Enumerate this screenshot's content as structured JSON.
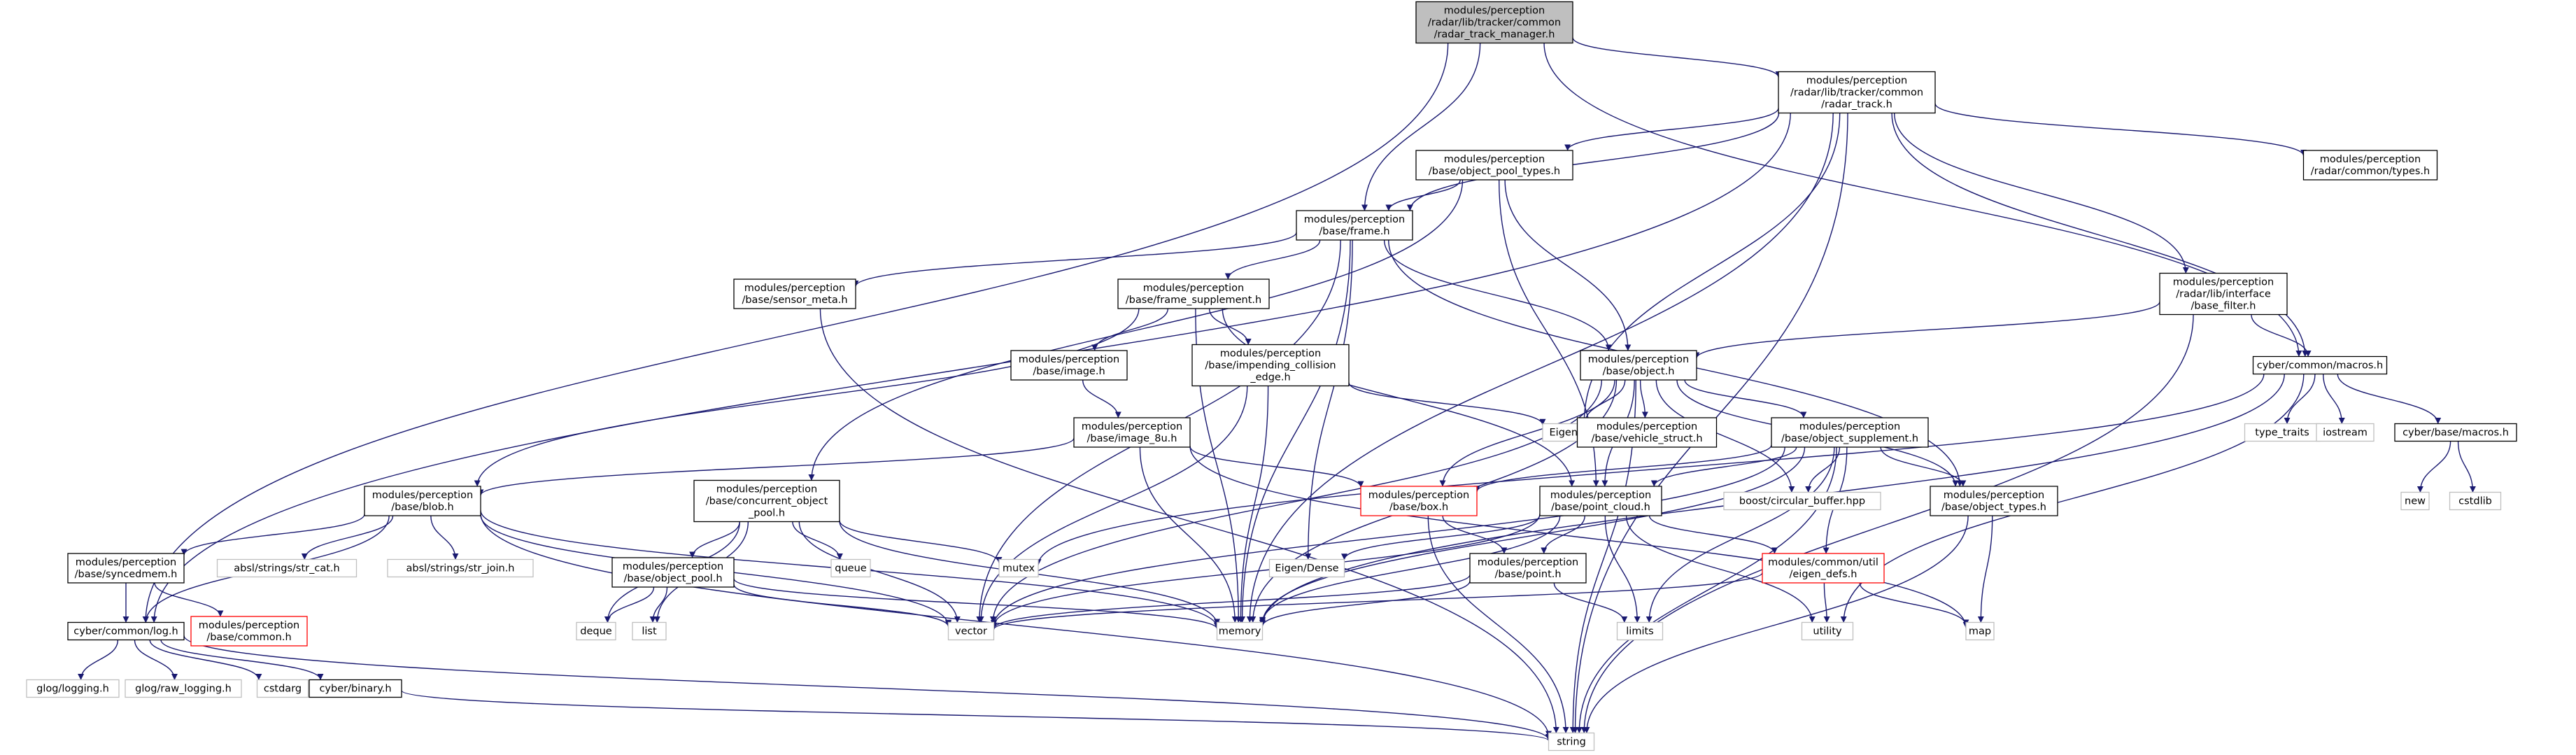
{
  "colors": {
    "edge": "#191970",
    "node_border": "#000000",
    "external_border": "#bfbfbf",
    "truncated_border": "#ff0000",
    "root_fill": "#bfbfbf",
    "node_fill": "#ffffff"
  },
  "nodes": [
    {
      "id": "root",
      "lines": [
        "modules/perception",
        "/radar/lib/tracker/common",
        "/radar_track_manager.h"
      ],
      "kind": "root"
    },
    {
      "id": "radar_track",
      "lines": [
        "modules/perception",
        "/radar/lib/tracker/common",
        "/radar_track.h"
      ],
      "kind": "normal"
    },
    {
      "id": "object_pool_types",
      "lines": [
        "modules/perception",
        "/base/object_pool_types.h"
      ],
      "kind": "normal"
    },
    {
      "id": "radar_types",
      "lines": [
        "modules/perception",
        "/radar/common/types.h"
      ],
      "kind": "normal"
    },
    {
      "id": "frame",
      "lines": [
        "modules/perception",
        "/base/frame.h"
      ],
      "kind": "normal"
    },
    {
      "id": "sensor_meta",
      "lines": [
        "modules/perception",
        "/base/sensor_meta.h"
      ],
      "kind": "normal"
    },
    {
      "id": "frame_supplement",
      "lines": [
        "modules/perception",
        "/base/frame_supplement.h"
      ],
      "kind": "normal"
    },
    {
      "id": "base_filter",
      "lines": [
        "modules/perception",
        "/radar/lib/interface",
        "/base_filter.h"
      ],
      "kind": "normal"
    },
    {
      "id": "image",
      "lines": [
        "modules/perception",
        "/base/image.h"
      ],
      "kind": "normal"
    },
    {
      "id": "impending",
      "lines": [
        "modules/perception",
        "/base/impending_collision",
        "_edge.h"
      ],
      "kind": "normal"
    },
    {
      "id": "object",
      "lines": [
        "modules/perception",
        "/base/object.h"
      ],
      "kind": "normal"
    },
    {
      "id": "cyber_macros",
      "lines": [
        "cyber/common/macros.h"
      ],
      "kind": "normal"
    },
    {
      "id": "eigen_core",
      "lines": [
        "Eigen/Core"
      ],
      "kind": "external"
    },
    {
      "id": "image_8u",
      "lines": [
        "modules/perception",
        "/base/image_8u.h"
      ],
      "kind": "normal"
    },
    {
      "id": "vehicle_struct",
      "lines": [
        "modules/perception",
        "/base/vehicle_struct.h"
      ],
      "kind": "normal"
    },
    {
      "id": "object_supplement",
      "lines": [
        "modules/perception",
        "/base/object_supplement.h"
      ],
      "kind": "normal"
    },
    {
      "id": "type_traits",
      "lines": [
        "type_traits"
      ],
      "kind": "external"
    },
    {
      "id": "iostream",
      "lines": [
        "iostream"
      ],
      "kind": "external"
    },
    {
      "id": "cyber_base_macros",
      "lines": [
        "cyber/base/macros.h"
      ],
      "kind": "normal"
    },
    {
      "id": "blob",
      "lines": [
        "modules/perception",
        "/base/blob.h"
      ],
      "kind": "normal"
    },
    {
      "id": "concurrent_pool",
      "lines": [
        "modules/perception",
        "/base/concurrent_object",
        "_pool.h"
      ],
      "kind": "normal"
    },
    {
      "id": "box",
      "lines": [
        "modules/perception",
        "/base/box.h"
      ],
      "kind": "truncated"
    },
    {
      "id": "point_cloud",
      "lines": [
        "modules/perception",
        "/base/point_cloud.h"
      ],
      "kind": "normal"
    },
    {
      "id": "circular_buffer",
      "lines": [
        "boost/circular_buffer.hpp"
      ],
      "kind": "external"
    },
    {
      "id": "object_types",
      "lines": [
        "modules/perception",
        "/base/object_types.h"
      ],
      "kind": "normal"
    },
    {
      "id": "new",
      "lines": [
        "new"
      ],
      "kind": "external"
    },
    {
      "id": "cstdlib",
      "lines": [
        "cstdlib"
      ],
      "kind": "external"
    },
    {
      "id": "syncedmem",
      "lines": [
        "modules/perception",
        "/base/syncedmem.h"
      ],
      "kind": "normal"
    },
    {
      "id": "strcat",
      "lines": [
        "absl/strings/str_cat.h"
      ],
      "kind": "external"
    },
    {
      "id": "strjoin",
      "lines": [
        "absl/strings/str_join.h"
      ],
      "kind": "external"
    },
    {
      "id": "queue",
      "lines": [
        "queue"
      ],
      "kind": "external"
    },
    {
      "id": "mutex",
      "lines": [
        "mutex"
      ],
      "kind": "external"
    },
    {
      "id": "object_pool",
      "lines": [
        "modules/perception",
        "/base/object_pool.h"
      ],
      "kind": "normal"
    },
    {
      "id": "eigen_dense",
      "lines": [
        "Eigen/Dense"
      ],
      "kind": "external"
    },
    {
      "id": "point",
      "lines": [
        "modules/perception",
        "/base/point.h"
      ],
      "kind": "normal"
    },
    {
      "id": "eigen_defs",
      "lines": [
        "modules/common/util",
        "/eigen_defs.h"
      ],
      "kind": "truncated"
    },
    {
      "id": "base_common",
      "lines": [
        "modules/perception",
        "/base/common.h"
      ],
      "kind": "truncated"
    },
    {
      "id": "cyber_log",
      "lines": [
        "cyber/common/log.h"
      ],
      "kind": "normal"
    },
    {
      "id": "deque",
      "lines": [
        "deque"
      ],
      "kind": "external"
    },
    {
      "id": "list",
      "lines": [
        "list"
      ],
      "kind": "external"
    },
    {
      "id": "vector",
      "lines": [
        "vector"
      ],
      "kind": "external"
    },
    {
      "id": "memory",
      "lines": [
        "memory"
      ],
      "kind": "external"
    },
    {
      "id": "limits",
      "lines": [
        "limits"
      ],
      "kind": "external"
    },
    {
      "id": "utility",
      "lines": [
        "utility"
      ],
      "kind": "external"
    },
    {
      "id": "map",
      "lines": [
        "map"
      ],
      "kind": "external"
    },
    {
      "id": "glog_logging",
      "lines": [
        "glog/logging.h"
      ],
      "kind": "external"
    },
    {
      "id": "glog_raw",
      "lines": [
        "glog/raw_logging.h"
      ],
      "kind": "external"
    },
    {
      "id": "cstdarg",
      "lines": [
        "cstdarg"
      ],
      "kind": "external"
    },
    {
      "id": "cyber_binary",
      "lines": [
        "cyber/binary.h"
      ],
      "kind": "normal"
    },
    {
      "id": "string",
      "lines": [
        "string"
      ],
      "kind": "external"
    }
  ],
  "edges": [
    [
      "root",
      "radar_track"
    ],
    [
      "root",
      "frame"
    ],
    [
      "root",
      "cyber_macros"
    ],
    [
      "root",
      "cyber_log"
    ],
    [
      "radar_track",
      "object_pool_types"
    ],
    [
      "radar_track",
      "radar_types"
    ],
    [
      "radar_track",
      "frame"
    ],
    [
      "radar_track",
      "base_filter"
    ],
    [
      "radar_track",
      "cyber_macros"
    ],
    [
      "radar_track",
      "eigen_core"
    ],
    [
      "radar_track",
      "cyber_log"
    ],
    [
      "radar_track",
      "memory"
    ],
    [
      "radar_track",
      "string"
    ],
    [
      "object_pool_types",
      "frame"
    ],
    [
      "object_pool_types",
      "object"
    ],
    [
      "object_pool_types",
      "concurrent_pool"
    ],
    [
      "object_pool_types",
      "point_cloud"
    ],
    [
      "frame",
      "sensor_meta"
    ],
    [
      "frame",
      "frame_supplement"
    ],
    [
      "frame",
      "object"
    ],
    [
      "frame",
      "object_types"
    ],
    [
      "frame",
      "eigen_dense"
    ],
    [
      "frame",
      "vector"
    ],
    [
      "frame",
      "memory"
    ],
    [
      "sensor_meta",
      "string"
    ],
    [
      "frame_supplement",
      "image"
    ],
    [
      "frame_supplement",
      "impending"
    ],
    [
      "frame_supplement",
      "blob"
    ],
    [
      "frame_supplement",
      "point_cloud"
    ],
    [
      "frame_supplement",
      "memory"
    ],
    [
      "base_filter",
      "object"
    ],
    [
      "base_filter",
      "cyber_macros"
    ],
    [
      "base_filter",
      "string"
    ],
    [
      "image",
      "image_8u"
    ],
    [
      "impending",
      "eigen_core"
    ],
    [
      "impending",
      "vector"
    ],
    [
      "impending",
      "memory"
    ],
    [
      "object",
      "eigen_core"
    ],
    [
      "object",
      "vehicle_struct"
    ],
    [
      "object",
      "object_supplement"
    ],
    [
      "object",
      "object_types"
    ],
    [
      "object",
      "point_cloud"
    ],
    [
      "object",
      "box"
    ],
    [
      "object",
      "circular_buffer"
    ],
    [
      "object",
      "vector"
    ],
    [
      "object",
      "memory"
    ],
    [
      "object",
      "string"
    ],
    [
      "cyber_macros",
      "type_traits"
    ],
    [
      "cyber_macros",
      "iostream"
    ],
    [
      "cyber_macros",
      "cyber_base_macros"
    ],
    [
      "cyber_macros",
      "mutex"
    ],
    [
      "cyber_macros",
      "memory"
    ],
    [
      "cyber_macros",
      "utility"
    ],
    [
      "cyber_base_macros",
      "new"
    ],
    [
      "cyber_base_macros",
      "cstdlib"
    ],
    [
      "image_8u",
      "blob"
    ],
    [
      "image_8u",
      "box"
    ],
    [
      "image_8u",
      "map"
    ],
    [
      "image_8u",
      "memory"
    ],
    [
      "object_supplement",
      "box"
    ],
    [
      "object_supplement",
      "point_cloud"
    ],
    [
      "object_supplement",
      "object_types"
    ],
    [
      "object_supplement",
      "circular_buffer"
    ],
    [
      "object_supplement",
      "eigen_defs"
    ],
    [
      "object_supplement",
      "vector"
    ],
    [
      "object_supplement",
      "memory"
    ],
    [
      "object_supplement",
      "string"
    ],
    [
      "object_supplement",
      "limits"
    ],
    [
      "blob",
      "syncedmem"
    ],
    [
      "blob",
      "strcat"
    ],
    [
      "blob",
      "strjoin"
    ],
    [
      "blob",
      "cyber_log"
    ],
    [
      "blob",
      "vector"
    ],
    [
      "blob",
      "memory"
    ],
    [
      "blob",
      "string"
    ],
    [
      "concurrent_pool",
      "queue"
    ],
    [
      "concurrent_pool",
      "mutex"
    ],
    [
      "concurrent_pool",
      "object_pool"
    ],
    [
      "concurrent_pool",
      "deque"
    ],
    [
      "concurrent_pool",
      "list"
    ],
    [
      "concurrent_pool",
      "vector"
    ],
    [
      "concurrent_pool",
      "memory"
    ],
    [
      "box",
      "point"
    ],
    [
      "box",
      "string"
    ],
    [
      "point_cloud",
      "eigen_dense"
    ],
    [
      "point_cloud",
      "point"
    ],
    [
      "point_cloud",
      "eigen_defs"
    ],
    [
      "point_cloud",
      "vector"
    ],
    [
      "point_cloud",
      "memory"
    ],
    [
      "point_cloud",
      "limits"
    ],
    [
      "point_cloud",
      "utility"
    ],
    [
      "object_types",
      "map"
    ],
    [
      "object_types",
      "string"
    ],
    [
      "syncedmem",
      "cyber_log"
    ],
    [
      "syncedmem",
      "base_common"
    ],
    [
      "object_pool",
      "deque"
    ],
    [
      "object_pool",
      "list"
    ],
    [
      "object_pool",
      "vector"
    ],
    [
      "object_pool",
      "memory"
    ],
    [
      "point",
      "vector"
    ],
    [
      "point",
      "memory"
    ],
    [
      "point",
      "limits"
    ],
    [
      "eigen_defs",
      "vector"
    ],
    [
      "eigen_defs",
      "map"
    ],
    [
      "eigen_defs",
      "utility"
    ],
    [
      "cyber_log",
      "glog_logging"
    ],
    [
      "cyber_log",
      "glog_raw"
    ],
    [
      "cyber_log",
      "cstdarg"
    ],
    [
      "cyber_log",
      "cyber_binary"
    ],
    [
      "cyber_log",
      "string"
    ],
    [
      "cyber_binary",
      "string"
    ]
  ]
}
